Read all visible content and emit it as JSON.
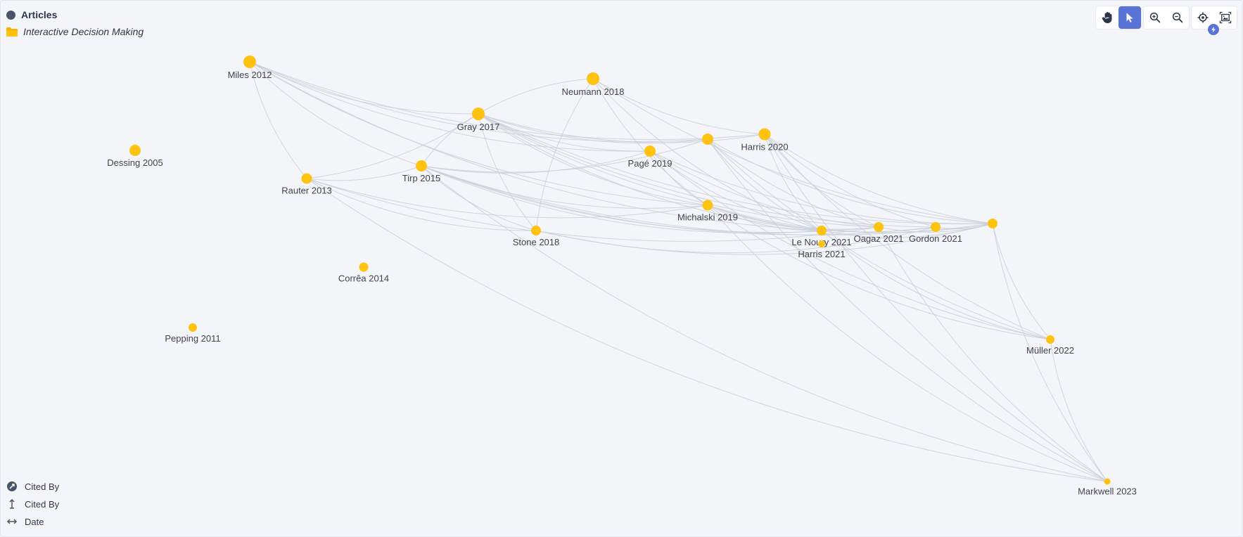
{
  "header": {
    "title": "Articles",
    "collection": "Interactive Decision Making"
  },
  "toolbar": {
    "tools": [
      {
        "icon": "hand-icon",
        "name": "pan"
      },
      {
        "icon": "cursor-icon",
        "name": "select",
        "active": true
      },
      {
        "icon": "zoom-in-icon",
        "name": "zoom-in"
      },
      {
        "icon": "zoom-out-icon",
        "name": "zoom-out"
      },
      {
        "icon": "crosshair-icon",
        "name": "center"
      },
      {
        "icon": "fit-image-icon",
        "name": "fit"
      }
    ],
    "accent": "#5a74d6"
  },
  "graph": {
    "node_color": "#ffc20e",
    "edge_color": "#c9ced8",
    "nodes": [
      {
        "id": "miles2012",
        "label": "Miles 2012",
        "r": 9
      },
      {
        "id": "neumann2018",
        "label": "Neumann 2018",
        "r": 9
      },
      {
        "id": "gray2017",
        "label": "Gray 2017",
        "r": 9
      },
      {
        "id": "dessing2005",
        "label": "Dessing 2005",
        "r": 8
      },
      {
        "id": "harris2020",
        "label": "Harris 2020",
        "r": 8.5
      },
      {
        "id": "unlabeled1",
        "label": "",
        "r": 8
      },
      {
        "id": "page2019",
        "label": "Pagé 2019",
        "r": 8
      },
      {
        "id": "rauter2013",
        "label": "Rauter 2013",
        "r": 7.5
      },
      {
        "id": "tirp2015",
        "label": "Tirp 2015",
        "r": 8
      },
      {
        "id": "michalski2019",
        "label": "Michalski 2019",
        "r": 7.5
      },
      {
        "id": "stone2018",
        "label": "Stone 2018",
        "r": 7
      },
      {
        "id": "lenoury2021",
        "label": "Le Noury 2021",
        "r": 7
      },
      {
        "id": "harris2021",
        "label": "Harris 2021",
        "r": 5
      },
      {
        "id": "oagaz2021",
        "label": "Oagaz 2021",
        "r": 7
      },
      {
        "id": "gordon2021",
        "label": "Gordon 2021",
        "r": 7
      },
      {
        "id": "unlabeled2",
        "label": "",
        "r": 7
      },
      {
        "id": "correa2014",
        "label": "Corrêa 2014",
        "r": 6.5
      },
      {
        "id": "pepping2011",
        "label": "Pepping 2011",
        "r": 6
      },
      {
        "id": "muller2022",
        "label": "Müller 2022",
        "r": 6
      },
      {
        "id": "markwell2023",
        "label": "Markwell 2023",
        "r": 4.5
      }
    ],
    "edges": [
      [
        "miles2012",
        "gray2017"
      ],
      [
        "miles2012",
        "tirp2015"
      ],
      [
        "miles2012",
        "rauter2013"
      ],
      [
        "miles2012",
        "page2019"
      ],
      [
        "miles2012",
        "michalski2019"
      ],
      [
        "miles2012",
        "unlabeled1"
      ],
      [
        "miles2012",
        "lenoury2021"
      ],
      [
        "miles2012",
        "harris2020"
      ],
      [
        "neumann2018",
        "gray2017"
      ],
      [
        "neumann2018",
        "stone2018"
      ],
      [
        "neumann2018",
        "harris2020"
      ],
      [
        "neumann2018",
        "lenoury2021"
      ],
      [
        "neumann2018",
        "unlabeled2"
      ],
      [
        "neumann2018",
        "michalski2019"
      ],
      [
        "gray2017",
        "tirp2015"
      ],
      [
        "gray2017",
        "page2019"
      ],
      [
        "gray2017",
        "michalski2019"
      ],
      [
        "gray2017",
        "harris2020"
      ],
      [
        "gray2017",
        "unlabeled1"
      ],
      [
        "gray2017",
        "oagaz2021"
      ],
      [
        "gray2017",
        "gordon2021"
      ],
      [
        "gray2017",
        "unlabeled2"
      ],
      [
        "gray2017",
        "lenoury2021"
      ],
      [
        "gray2017",
        "stone2018"
      ],
      [
        "rauter2013",
        "tirp2015"
      ],
      [
        "rauter2013",
        "michalski2019"
      ],
      [
        "rauter2013",
        "gray2017"
      ],
      [
        "rauter2013",
        "oagaz2021"
      ],
      [
        "rauter2013",
        "stone2018"
      ],
      [
        "rauter2013",
        "markwell2023"
      ],
      [
        "tirp2015",
        "michalski2019"
      ],
      [
        "tirp2015",
        "page2019"
      ],
      [
        "tirp2015",
        "unlabeled1"
      ],
      [
        "tirp2015",
        "oagaz2021"
      ],
      [
        "tirp2015",
        "gordon2021"
      ],
      [
        "tirp2015",
        "unlabeled2"
      ],
      [
        "tirp2015",
        "lenoury2021"
      ],
      [
        "tirp2015",
        "markwell2023"
      ],
      [
        "tirp2015",
        "stone2018"
      ],
      [
        "stone2018",
        "gordon2021"
      ],
      [
        "stone2018",
        "unlabeled2"
      ],
      [
        "page2019",
        "michalski2019"
      ],
      [
        "page2019",
        "unlabeled2"
      ],
      [
        "page2019",
        "oagaz2021"
      ],
      [
        "page2019",
        "lenoury2021"
      ],
      [
        "page2019",
        "muller2022"
      ],
      [
        "harris2020",
        "unlabeled2"
      ],
      [
        "harris2020",
        "oagaz2021"
      ],
      [
        "harris2020",
        "lenoury2021"
      ],
      [
        "harris2020",
        "muller2022"
      ],
      [
        "harris2020",
        "markwell2023"
      ],
      [
        "harris2020",
        "gordon2021"
      ],
      [
        "unlabeled1",
        "unlabeled2"
      ],
      [
        "unlabeled1",
        "lenoury2021"
      ],
      [
        "unlabeled1",
        "muller2022"
      ],
      [
        "unlabeled1",
        "markwell2023"
      ],
      [
        "unlabeled1",
        "oagaz2021"
      ],
      [
        "michalski2019",
        "oagaz2021"
      ],
      [
        "michalski2019",
        "gordon2021"
      ],
      [
        "michalski2019",
        "unlabeled2"
      ],
      [
        "michalski2019",
        "lenoury2021"
      ],
      [
        "michalski2019",
        "muller2022"
      ],
      [
        "michalski2019",
        "markwell2023"
      ],
      [
        "lenoury2021",
        "unlabeled2"
      ],
      [
        "lenoury2021",
        "muller2022"
      ],
      [
        "oagaz2021",
        "unlabeled2"
      ],
      [
        "gordon2021",
        "unlabeled2"
      ],
      [
        "unlabeled2",
        "muller2022"
      ],
      [
        "unlabeled2",
        "markwell2023"
      ],
      [
        "muller2022",
        "markwell2023"
      ],
      [
        "oagaz2021",
        "markwell2023"
      ]
    ]
  },
  "legend": [
    {
      "icon": "size-icon",
      "label": "Cited By"
    },
    {
      "icon": "vertical-axis-icon",
      "label": "Cited By"
    },
    {
      "icon": "horizontal-axis-icon",
      "label": "Date"
    }
  ]
}
